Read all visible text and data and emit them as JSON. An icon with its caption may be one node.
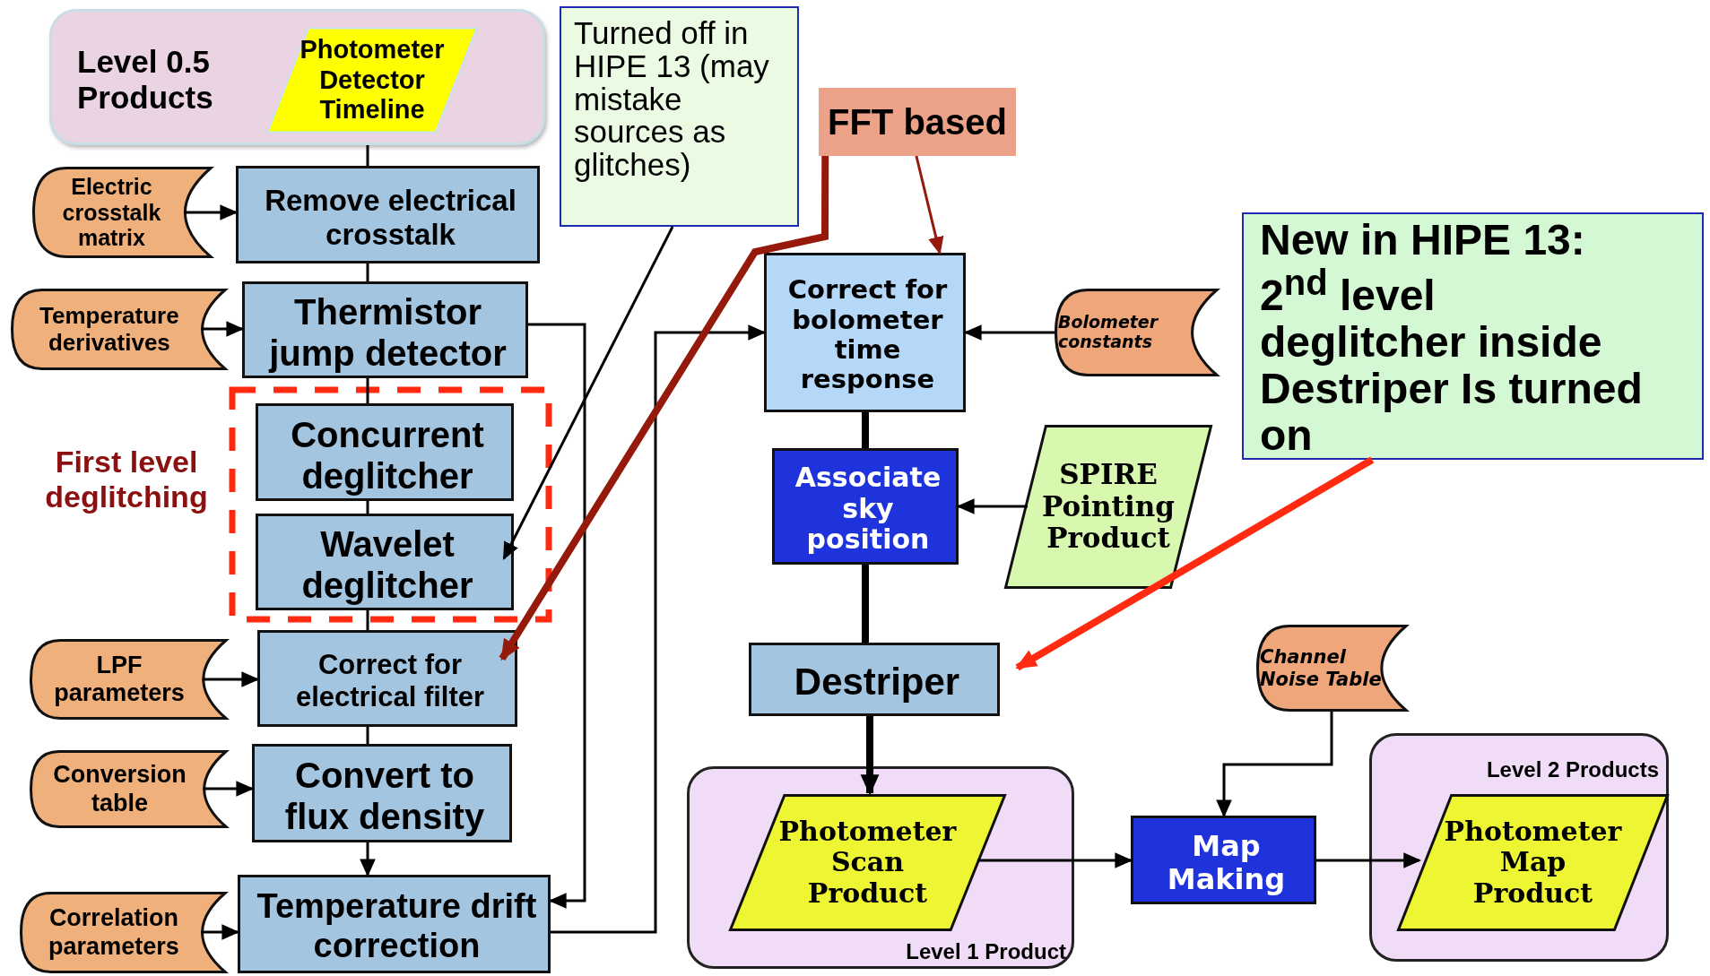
{
  "diagram": {
    "nodes": [
      {
        "text": [
          "Level 0.5 Products"
        ]
      },
      {
        "text": [
          "Photometer Detector Timeline"
        ],
        "in": 0
      },
      {
        "text": [
          "Electric crosstalk matrix"
        ]
      },
      {
        "text": [
          "Remove electrical crosstalk"
        ]
      },
      {
        "text": [
          "Temperature derivatives"
        ]
      },
      {
        "text": [
          "Thermistor jump detector"
        ]
      },
      {
        "text": [
          "First level deglitching"
        ]
      },
      {
        "text": [
          "Concurrent deglitcher"
        ],
        "in": 6
      },
      {
        "text": [
          "Wavelet deglitcher"
        ],
        "in": 6
      },
      {
        "text": [
          "LPF parameters"
        ]
      },
      {
        "text": [
          "Correct for electrical filter"
        ]
      },
      {
        "text": [
          "Conversion table"
        ]
      },
      {
        "text": [
          "Convert to flux density"
        ]
      },
      {
        "text": [
          "Correlation parameters"
        ]
      },
      {
        "text": [
          "Temperature drift correction"
        ]
      },
      {
        "text": [
          "Turned off in HIPE 13 (may mistake sources as glitches)"
        ]
      },
      {
        "text": [
          "FFT based"
        ]
      },
      {
        "text": [
          "Correct for bolometer time response"
        ]
      },
      {
        "text": [
          "Bolometer constants"
        ]
      },
      {
        "text": [
          "New in HIPE 13: 2$^{nd}$ level deglitcher inside Destriper Is turned on"
        ]
      },
      {
        "text": [
          "Associate sky position"
        ]
      },
      {
        "text": [
          "SPIRE Pointing Product"
        ]
      },
      {
        "text": [
          "Destriper"
        ]
      },
      {
        "text": [
          "Level 1 Product"
        ]
      },
      {
        "text": [
          "Photometer Scan Product"
        ],
        "in": 23
      },
      {
        "text": [
          "Channel Noise Table"
        ]
      },
      {
        "text": [
          "Map Making"
        ]
      },
      {
        "text": [
          "Level 2 Products"
        ]
      },
      {
        "text": [
          "Photometer Map Product"
        ],
        "in": 27
      }
    ],
    "edges": [
      {
        "from": 0,
        "to": 3,
        "arrow": "none"
      },
      {
        "from": 2,
        "to": 3,
        "arrow": "to"
      },
      {
        "from": 3,
        "to": 5,
        "arrow": "none"
      },
      {
        "from": 4,
        "to": 5,
        "arrow": "to"
      },
      {
        "from": 5,
        "to": 7,
        "arrow": "none"
      },
      {
        "from": 7,
        "to": 8,
        "arrow": "none"
      },
      {
        "from": 8,
        "to": 10,
        "arrow": "none"
      },
      {
        "from": 9,
        "to": 10,
        "arrow": "to"
      },
      {
        "from": 10,
        "to": 12,
        "arrow": "none"
      },
      {
        "from": 11,
        "to": 12,
        "arrow": "to"
      },
      {
        "from": 12,
        "to": 14,
        "arrow": "to"
      },
      {
        "from": 13,
        "to": 14,
        "arrow": "to"
      },
      {
        "from": 5,
        "to": 14,
        "arrow": "to"
      },
      {
        "from": 14,
        "to": 17,
        "arrow": "to"
      },
      {
        "from": 18,
        "to": 17,
        "arrow": "to"
      },
      {
        "from": 17,
        "to": 20,
        "arrow": "none",
        "style": "thick"
      },
      {
        "from": 21,
        "to": 20,
        "arrow": "to"
      },
      {
        "from": 20,
        "to": 22,
        "arrow": "none",
        "style": "thick"
      },
      {
        "from": 22,
        "to": 24,
        "arrow": "to",
        "style": "thick"
      },
      {
        "from": 24,
        "to": 26,
        "arrow": "to"
      },
      {
        "from": 25,
        "to": 26,
        "arrow": "to"
      },
      {
        "from": 26,
        "to": 28,
        "arrow": "to"
      },
      {
        "from": 15,
        "to": 8,
        "arrow": "to"
      },
      {
        "from": 16,
        "to": 10,
        "arrow": "to",
        "style": "thick",
        "color": "#961a0c"
      },
      {
        "from": 16,
        "to": 17,
        "arrow": "to",
        "color": "#961a0c"
      },
      {
        "from": 19,
        "to": 22,
        "arrow": "to",
        "style": "thick",
        "color": "#ff2a10"
      }
    ]
  }
}
